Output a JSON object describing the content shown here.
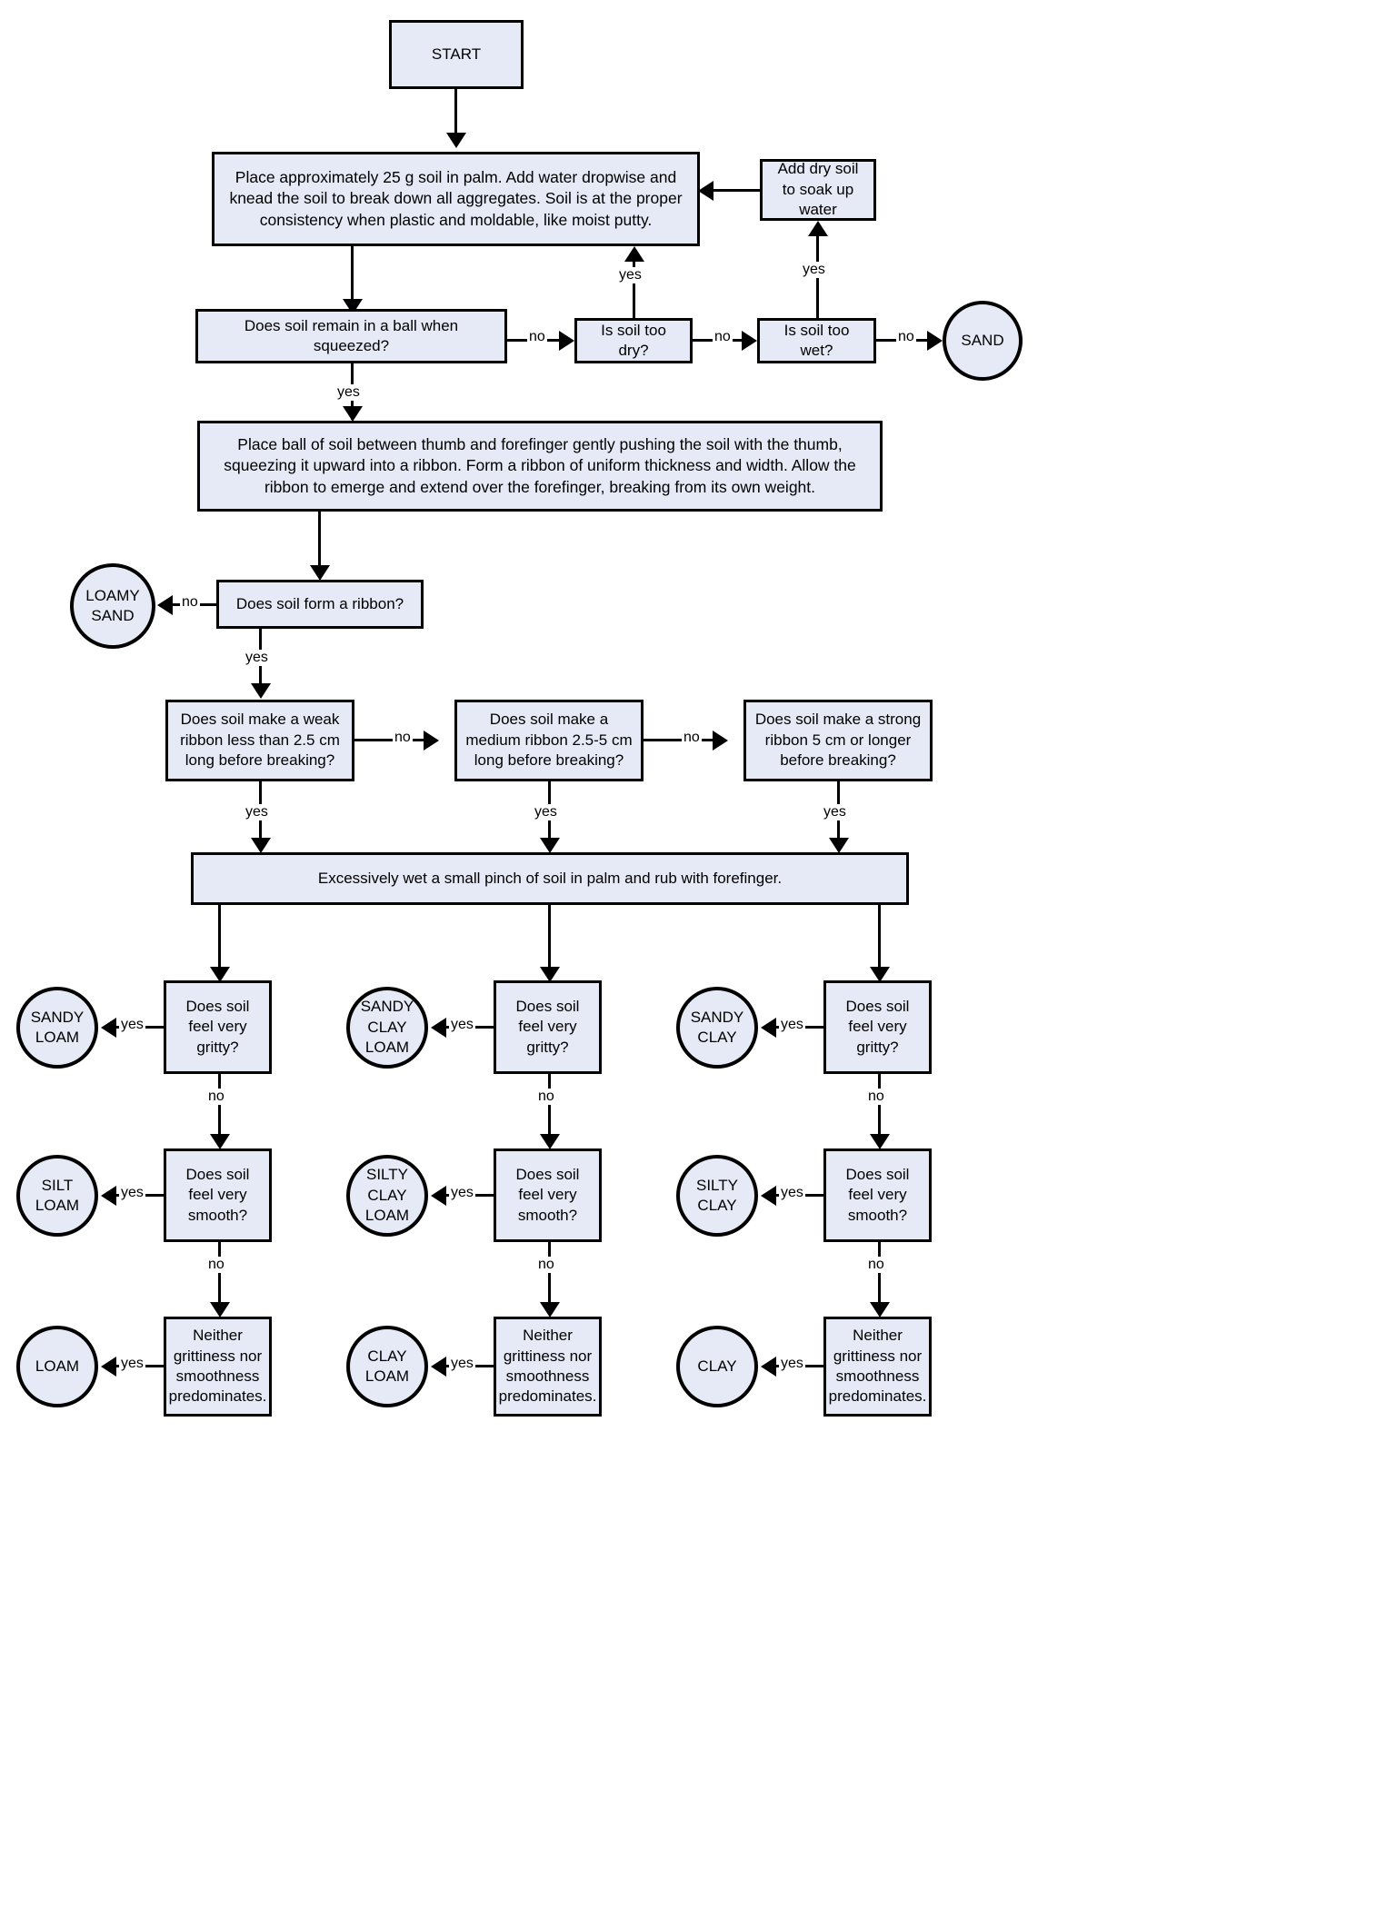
{
  "chart_data": {
    "type": "diagram",
    "title": "Soil Texture by Feel Flowchart",
    "nodes": [
      {
        "id": "start",
        "label": "START",
        "shape": "rect"
      },
      {
        "id": "prep",
        "label": "Place approximately 25 g soil in palm. Add water dropwise and knead the soil to break down all aggregates. Soil is at the proper consistency when plastic and moldable, like moist putty.",
        "shape": "rect"
      },
      {
        "id": "adddry",
        "label": "Add dry soil to soak up water",
        "shape": "rect"
      },
      {
        "id": "ball",
        "label": "Does soil remain in a ball when squeezed?",
        "shape": "rect"
      },
      {
        "id": "toodry",
        "label": "Is soil too dry?",
        "shape": "rect"
      },
      {
        "id": "toowet",
        "label": "Is soil too wet?",
        "shape": "rect"
      },
      {
        "id": "sand",
        "label": "SAND",
        "shape": "circle"
      },
      {
        "id": "ribboninstr",
        "label": "Place ball of soil between thumb and forefinger gently pushing the soil with the thumb, squeezing it upward into a ribbon. Form a ribbon of uniform thickness and width. Allow the ribbon to emerge and extend over the forefinger, breaking from its own weight.",
        "shape": "rect"
      },
      {
        "id": "formribbon",
        "label": "Does soil form a ribbon?",
        "shape": "rect"
      },
      {
        "id": "loamysand",
        "label": "LOAMY SAND",
        "shape": "circle"
      },
      {
        "id": "weak",
        "label": "Does soil make a weak ribbon less than 2.5 cm long before breaking?",
        "shape": "rect"
      },
      {
        "id": "medium",
        "label": "Does soil make a medium ribbon 2.5-5 cm long before breaking?",
        "shape": "rect"
      },
      {
        "id": "strong",
        "label": "Does soil make a strong ribbon 5 cm or longer before breaking?",
        "shape": "rect"
      },
      {
        "id": "wetpinch",
        "label": "Excessively wet a small pinch of soil in palm and rub with forefinger.",
        "shape": "rect"
      },
      {
        "id": "gritty1",
        "label": "Does soil feel very gritty?",
        "shape": "rect"
      },
      {
        "id": "gritty2",
        "label": "Does soil feel very gritty?",
        "shape": "rect"
      },
      {
        "id": "gritty3",
        "label": "Does soil feel very gritty?",
        "shape": "rect"
      },
      {
        "id": "smooth1",
        "label": "Does soil feel very smooth?",
        "shape": "rect"
      },
      {
        "id": "smooth2",
        "label": "Does soil feel very smooth?",
        "shape": "rect"
      },
      {
        "id": "smooth3",
        "label": "Does soil feel very smooth?",
        "shape": "rect"
      },
      {
        "id": "neither1",
        "label": "Neither grittiness nor smoothness predominates.",
        "shape": "rect"
      },
      {
        "id": "neither2",
        "label": "Neither grittiness nor smoothness predominates.",
        "shape": "rect"
      },
      {
        "id": "neither3",
        "label": "Neither grittiness nor smoothness predominates.",
        "shape": "rect"
      },
      {
        "id": "sandyloam",
        "label": "SANDY LOAM",
        "shape": "circle"
      },
      {
        "id": "siltloam",
        "label": "SILT LOAM",
        "shape": "circle"
      },
      {
        "id": "loam",
        "label": "LOAM",
        "shape": "circle"
      },
      {
        "id": "sandyclayloam",
        "label": "SANDY CLAY LOAM",
        "shape": "circle"
      },
      {
        "id": "siltyclayloam",
        "label": "SILTY CLAY LOAM",
        "shape": "circle"
      },
      {
        "id": "clayloam",
        "label": "CLAY LOAM",
        "shape": "circle"
      },
      {
        "id": "sandyclay",
        "label": "SANDY CLAY",
        "shape": "circle"
      },
      {
        "id": "siltyclay",
        "label": "SILTY CLAY",
        "shape": "circle"
      },
      {
        "id": "clay",
        "label": "CLAY",
        "shape": "circle"
      }
    ],
    "edge_labels": [
      "yes",
      "no"
    ]
  },
  "nodes": {
    "start": "START",
    "prep": "Place approximately 25 g soil in palm. Add water dropwise and knead the soil to break down all aggregates. Soil is at the proper consistency when plastic and moldable, like moist putty.",
    "add_dry": "Add dry soil to soak up water",
    "ball": "Does soil remain in a ball when squeezed?",
    "too_dry": "Is soil too dry?",
    "too_wet": "Is soil too wet?",
    "sand": "SAND",
    "ribbon_instr": "Place ball of soil between thumb and forefinger gently pushing the soil with the thumb, squeezing it upward into a ribbon. Form a ribbon of uniform thickness and width. Allow the ribbon to emerge and extend over the forefinger, breaking from its own weight.",
    "form_ribbon": "Does soil form a ribbon?",
    "loamy_sand": "LOAMY SAND",
    "weak": "Does soil make a weak ribbon less than 2.5 cm long before breaking?",
    "medium": "Does soil make a medium ribbon 2.5-5 cm long before breaking?",
    "strong": "Does soil make a strong ribbon 5 cm or longer before breaking?",
    "wet_pinch": "Excessively wet a small pinch of soil in palm and rub with forefinger.",
    "gritty": "Does soil feel very gritty?",
    "smooth": "Does soil feel very smooth?",
    "neither": "Neither grittiness nor smoothness predominates.",
    "sandy_loam": "SANDY LOAM",
    "silt_loam": "SILT LOAM",
    "loam": "LOAM",
    "sandy_clay_loam": "SANDY CLAY LOAM",
    "silty_clay_loam": "SILTY CLAY LOAM",
    "clay_loam": "CLAY LOAM",
    "sandy_clay": "SANDY CLAY",
    "silty_clay": "SILTY CLAY",
    "clay": "CLAY"
  },
  "labels": {
    "yes": "yes",
    "no": "no"
  },
  "colors": {
    "node_fill": "#e6eaf7",
    "node_stroke": "#000000",
    "background": "#ffffff",
    "text": "#000000"
  }
}
